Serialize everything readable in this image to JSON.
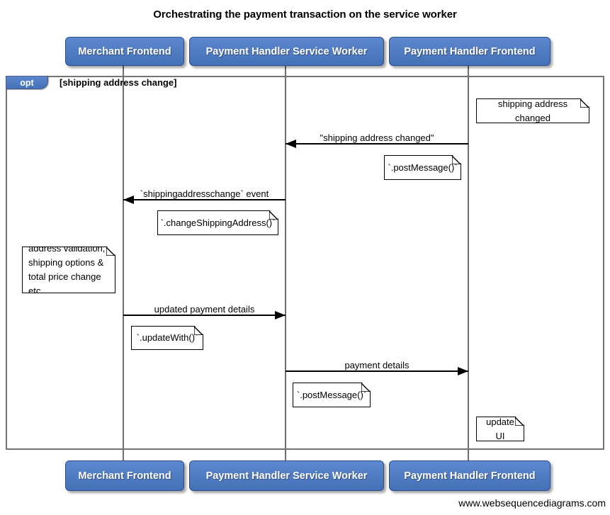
{
  "title": "Orchestrating the payment transaction on the service worker",
  "actors": [
    {
      "label": "Merchant Frontend"
    },
    {
      "label": "Payment Handler Service Worker"
    },
    {
      "label": "Payment Handler Frontend"
    }
  ],
  "fragment": {
    "operator": "opt",
    "condition": "[shipping address change]"
  },
  "messages": [
    {
      "label": "\"shipping address changed\"",
      "from": "Payment Handler Frontend",
      "to": "Payment Handler Service Worker"
    },
    {
      "label": "`shippingaddresschange` event",
      "from": "Payment Handler Service Worker",
      "to": "Merchant Frontend"
    },
    {
      "label": "updated payment details",
      "from": "Merchant Frontend",
      "to": "Payment Handler Service Worker"
    },
    {
      "label": "payment details",
      "from": "Payment Handler Service Worker",
      "to": "Payment Handler Frontend"
    }
  ],
  "notes": [
    {
      "text": "shipping address changed"
    },
    {
      "text": "`.postMessage()`"
    },
    {
      "text": "`.changeShippingAddress()`"
    },
    {
      "text": "address validation,\nshipping options &\ntotal price change etc"
    },
    {
      "text": "`.updateWith()`"
    },
    {
      "text": "`.postMessage()`"
    },
    {
      "text": "update UI"
    }
  ],
  "footer": "www.websequencediagrams.com",
  "colors": {
    "actor_fill": "#4f7ac6",
    "actor_border": "#2b4d8c",
    "frame_border": "#737373",
    "lifeline": "#6e6e6e",
    "note_fill": "#ffffff",
    "arrow": "#000000"
  }
}
